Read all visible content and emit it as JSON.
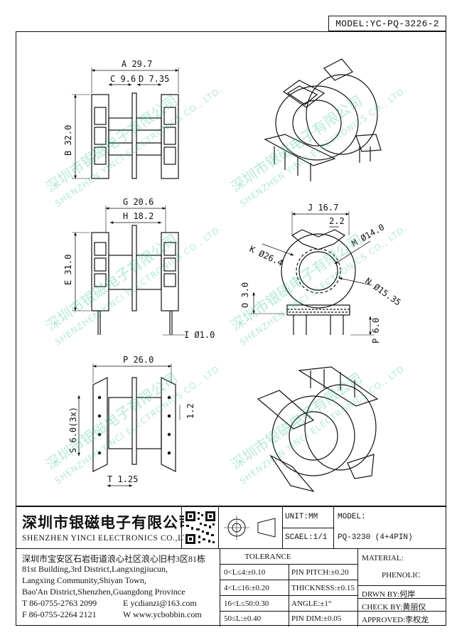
{
  "header": {
    "model": "MODEL:YC-PQ-3226-2"
  },
  "dimensions": {
    "a": "A 29.7",
    "c": "C 9.6",
    "d": "D 7.35",
    "b": "B 32.0",
    "g": "G 20.6",
    "h": "H 18.2",
    "e": "E 31.0",
    "i": "I Ø1.0",
    "p": "P 26.0",
    "pitch": "1.2",
    "s": "S 6.0(3x)",
    "t": "T 1.25",
    "j": "J 16.7",
    "j2": "2.2",
    "k": "K Ø26.4",
    "m": "M Ø14.0",
    "n": "N Ø15.35",
    "o": "O 3.0",
    "p6": "P 6.0"
  },
  "watermark": {
    "cn": "深圳市银磁电子有限公司",
    "en": "SHENZHEN YINCI ELECTRONICS CO., LTD."
  },
  "title_block": {
    "company_cn": "深圳市银磁电子有限公司",
    "company_en": "SHENZHEN YINCI ELECTRONICS CO.,LTD.",
    "unit": "UNIT:MM",
    "scale": "SCAEL:1/1",
    "model_label": "MODEL:",
    "model_value": "PQ-3230 (4+4PIN)",
    "address_lines": [
      "深圳市宝安区石岩街道浪心社区浪心旧村3区81栋",
      "81st Building,3rd District,Langxingjiucun,",
      "Langxing Community,Shiyan Town,",
      "Bao'An District,Shenzhen,Guangdong Province"
    ],
    "phone": "T 86-0755-2763 2099",
    "email": "E ycdianzi@163.com",
    "fax": "F 86-0755-2264 2121",
    "web": "W www.ycbobbin.com",
    "tolerance_title": "TOLERANCE",
    "tolerances_left": [
      "0<L≤4:±0.10",
      "4<L≤16:±0.20",
      "16<L≤50:0.30",
      "50≤L:±0.40"
    ],
    "tolerances_right": [
      "PIN PITCH:±0.20",
      "THICKNESS:±0.15",
      "ANGLE:±1°",
      "PIN DIM:±0.05"
    ],
    "material_label": "MATERIAL:",
    "material_value": "PHENOLIC",
    "drawn_by": "DRWN BY:何岸",
    "check_by": "CHECK BY:黄丽仪",
    "approved": "APPROVED:李权龙"
  }
}
